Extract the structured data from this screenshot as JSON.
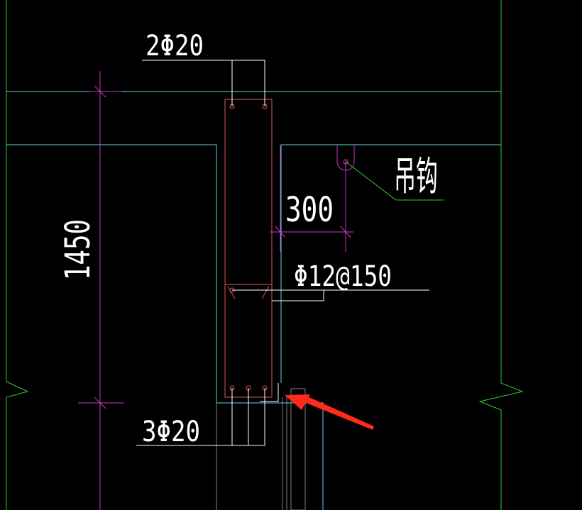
{
  "colors": {
    "background": "#000000",
    "boundary": "#33cc33",
    "outline": "#5fd4e8",
    "dimension": "#cc33cc",
    "rebar_section": "#e05a5a",
    "leader": "#ffffff",
    "hook_leader": "#33cc33",
    "hidden_line": "#808080",
    "arrow": "#ff2a1a"
  },
  "labels": {
    "top_rebar": "2Φ20",
    "bottom_rebar": "3Φ20",
    "stirrup": "Φ12@150",
    "lifting_hook": "吊钩"
  },
  "dimensions": {
    "overall_height": "1450",
    "hook_offset": "300"
  },
  "annotation": {
    "arrow_icon": "red-pointer-arrow"
  }
}
